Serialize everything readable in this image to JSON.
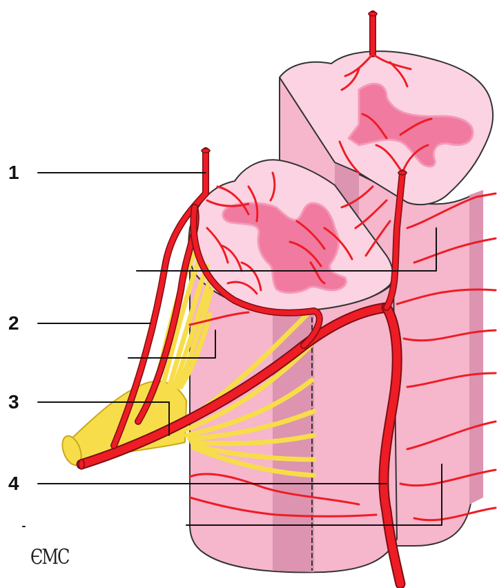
{
  "labels": [
    "1",
    "2",
    "3",
    "4"
  ],
  "signature": "ЄMC",
  "colors": {
    "cord_side": "#f6b6cc",
    "cord_shade": "#dc94b0",
    "cord_dark": "#c47c9a",
    "cord_top": "#fbd3e2",
    "gray_matter": "#f07aa0",
    "gray_matter_light": "#f49ab8",
    "artery": "#ee1c25",
    "artery_outline": "#7a0e12",
    "nerve": "#f7dd4a",
    "nerve_dark": "#c9a81a",
    "leader": "#111111"
  }
}
